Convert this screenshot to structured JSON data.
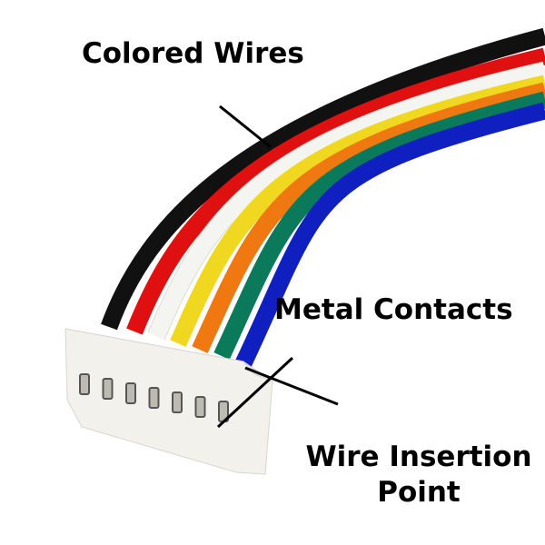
{
  "labels": {
    "colored_wires": "Colored Wires",
    "metal_contacts": "Metal Contacts",
    "wire_insertion_line1": "Wire Insertion",
    "wire_insertion_line2": "Point"
  },
  "wire_colors": [
    "#111111",
    "#e01010",
    "#f4f4f0",
    "#f0d820",
    "#f07810",
    "#0a7a5a",
    "#1020c0"
  ],
  "connector_color": "#f3f1ec"
}
